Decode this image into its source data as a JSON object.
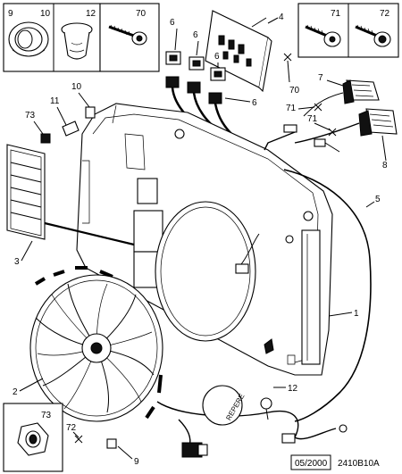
{
  "callouts": {
    "c1": "1",
    "c2": "2",
    "c3": "3",
    "c4": "4",
    "c5": "5",
    "c6a": "6",
    "c6b": "6",
    "c6c": "6",
    "c7": "7",
    "c8": "8",
    "c9": "9",
    "c10": "10",
    "c11": "11",
    "c12": "12",
    "c70": "70",
    "c71a": "71",
    "c71b": "71",
    "c72": "72",
    "c73": "73"
  },
  "inset_boxes": {
    "box_9": "9",
    "box_10": "10",
    "box_12": "12",
    "box_70": "70",
    "box_71": "71",
    "box_72": "72",
    "box_73": "73"
  },
  "connector_label": "REPERE",
  "footer": {
    "date": "05/2000",
    "reference": "2410B10A"
  }
}
